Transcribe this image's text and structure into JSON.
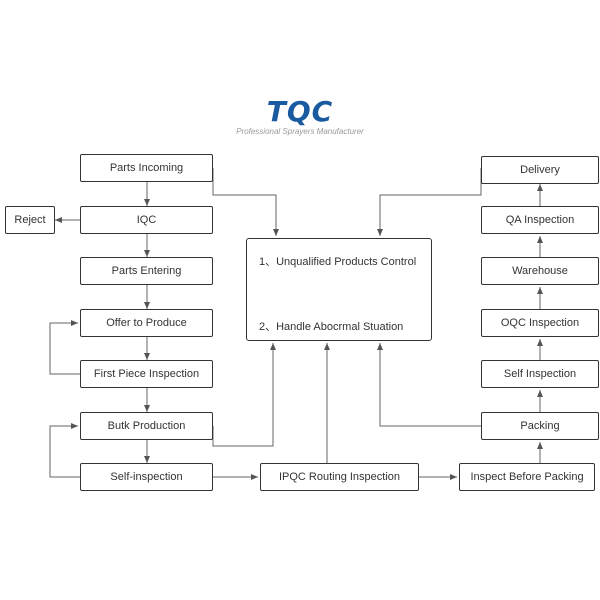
{
  "header": {
    "logo": "TQC",
    "tagline": "Professional Sprayers Manufacturer"
  },
  "left_column": {
    "parts_incoming": "Parts Incoming",
    "reject": "Reject",
    "iqc": "IQC",
    "parts_entering": "Parts Entering",
    "offer_to_produce": "Offer to Produce",
    "first_piece_inspection": "First Piece Inspection",
    "bulk_production": "Butk Production",
    "self_inspection": "Self-inspection"
  },
  "bottom_row": {
    "ipqc_routing": "IPQC Routing Inspection",
    "inspect_before_packing": "Inspect Before Packing"
  },
  "center": {
    "line1": "1、Unqualified Products Control",
    "line2": "2、Handle Abocrmal Stuation"
  },
  "right_column": {
    "delivery": "Delivery",
    "qa_inspection": "QA Inspection",
    "warehouse": "Warehouse",
    "oqc_inspection": "OQC Inspection",
    "self_inspection": "Self Inspection",
    "packing": "Packing"
  }
}
